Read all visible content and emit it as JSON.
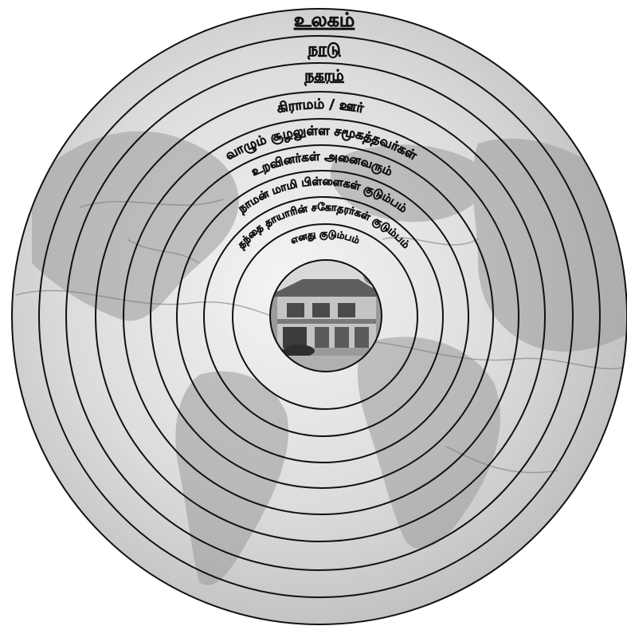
{
  "diagram": {
    "rings": [
      {
        "label": "உலகம்"
      },
      {
        "label": "நாடு"
      },
      {
        "label": "நகரம்"
      },
      {
        "label": "கிராமம் / ஊர்"
      },
      {
        "label": "வாழும் சூழலுள்ள சமூகத்தவர்கள்"
      },
      {
        "label": "உறவினர்கள் அனைவரும்"
      },
      {
        "label": "நாமன் மாமி பிள்ளைகள் குடும்பம்"
      },
      {
        "label": "தந்தை தாயாரின் சகோதரர்கள் குடும்பம்"
      },
      {
        "label": "எனது குடும்பம்"
      }
    ],
    "center": {
      "image": "house-photo"
    },
    "background": {
      "image": "world-map"
    }
  }
}
